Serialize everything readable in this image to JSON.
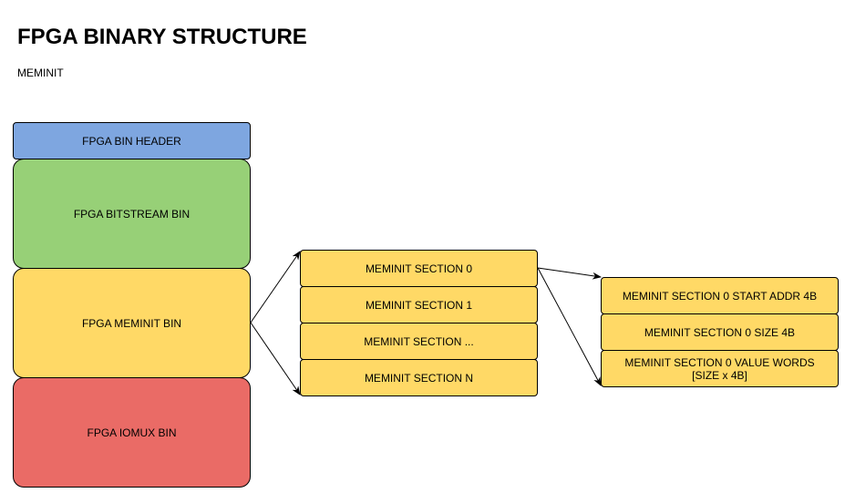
{
  "title": "FPGA BINARY STRUCTURE",
  "subtitle": "MEMINIT",
  "colors": {
    "header": "#7ea6e0",
    "bitstream": "#97d077",
    "meminit": "#ffd966",
    "iomux": "#ea6b66"
  },
  "binary_blocks": [
    {
      "label": "FPGA BIN HEADER"
    },
    {
      "label": "FPGA BITSTREAM BIN"
    },
    {
      "label": "FPGA MEMINIT BIN"
    },
    {
      "label": "FPGA IOMUX BIN"
    }
  ],
  "meminit_sections": [
    {
      "label": "MEMINIT SECTION 0"
    },
    {
      "label": "MEMINIT SECTION 1"
    },
    {
      "label": "MEMINIT SECTION ..."
    },
    {
      "label": "MEMINIT SECTION N"
    }
  ],
  "section_fields": [
    {
      "label": "MEMINIT SECTION 0 START ADDR 4B"
    },
    {
      "label": "MEMINIT SECTION 0 SIZE 4B"
    },
    {
      "label": "MEMINIT SECTION 0 VALUE WORDS\n[SIZE x 4B]"
    }
  ]
}
